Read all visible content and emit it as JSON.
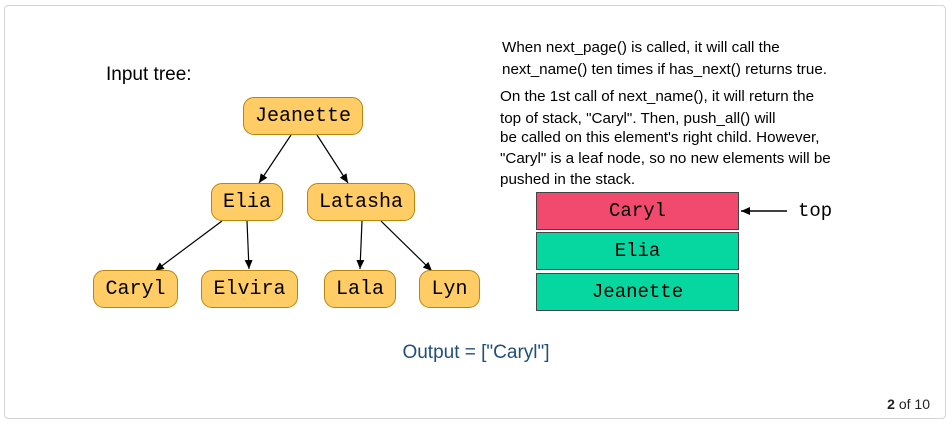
{
  "tree": {
    "title": "Input tree:",
    "nodes": {
      "root": "Jeanette",
      "left": "Elia",
      "right": "Latasha",
      "left_left": "Caryl",
      "left_right": "Elvira",
      "right_left": "Lala",
      "right_right": "Lyn"
    }
  },
  "explanation": {
    "line1": "When next_page() is called, it will call the",
    "line2": "next_name() ten times if has_next() returns true.",
    "line3": "On the 1st call of next_name(), it will return the",
    "line4": "top of stack, \"Caryl\". Then, push_all() will",
    "line5": "be called on this element's right child. However,",
    "line6": "\"Caryl\" is a leaf node, so no new elements will be",
    "line7": "pushed in the stack."
  },
  "stack": {
    "items": [
      "Caryl",
      "Elia",
      "Jeanette"
    ],
    "top_label": "top",
    "colors": {
      "top": "#f2496f",
      "rest": "#06d6a0"
    }
  },
  "output": "Output = [\"Caryl\"]",
  "pager": {
    "current": "2",
    "of_text": "of 10"
  },
  "colors": {
    "node_fill": "#ffcc66",
    "output_text": "#1f4e79"
  }
}
